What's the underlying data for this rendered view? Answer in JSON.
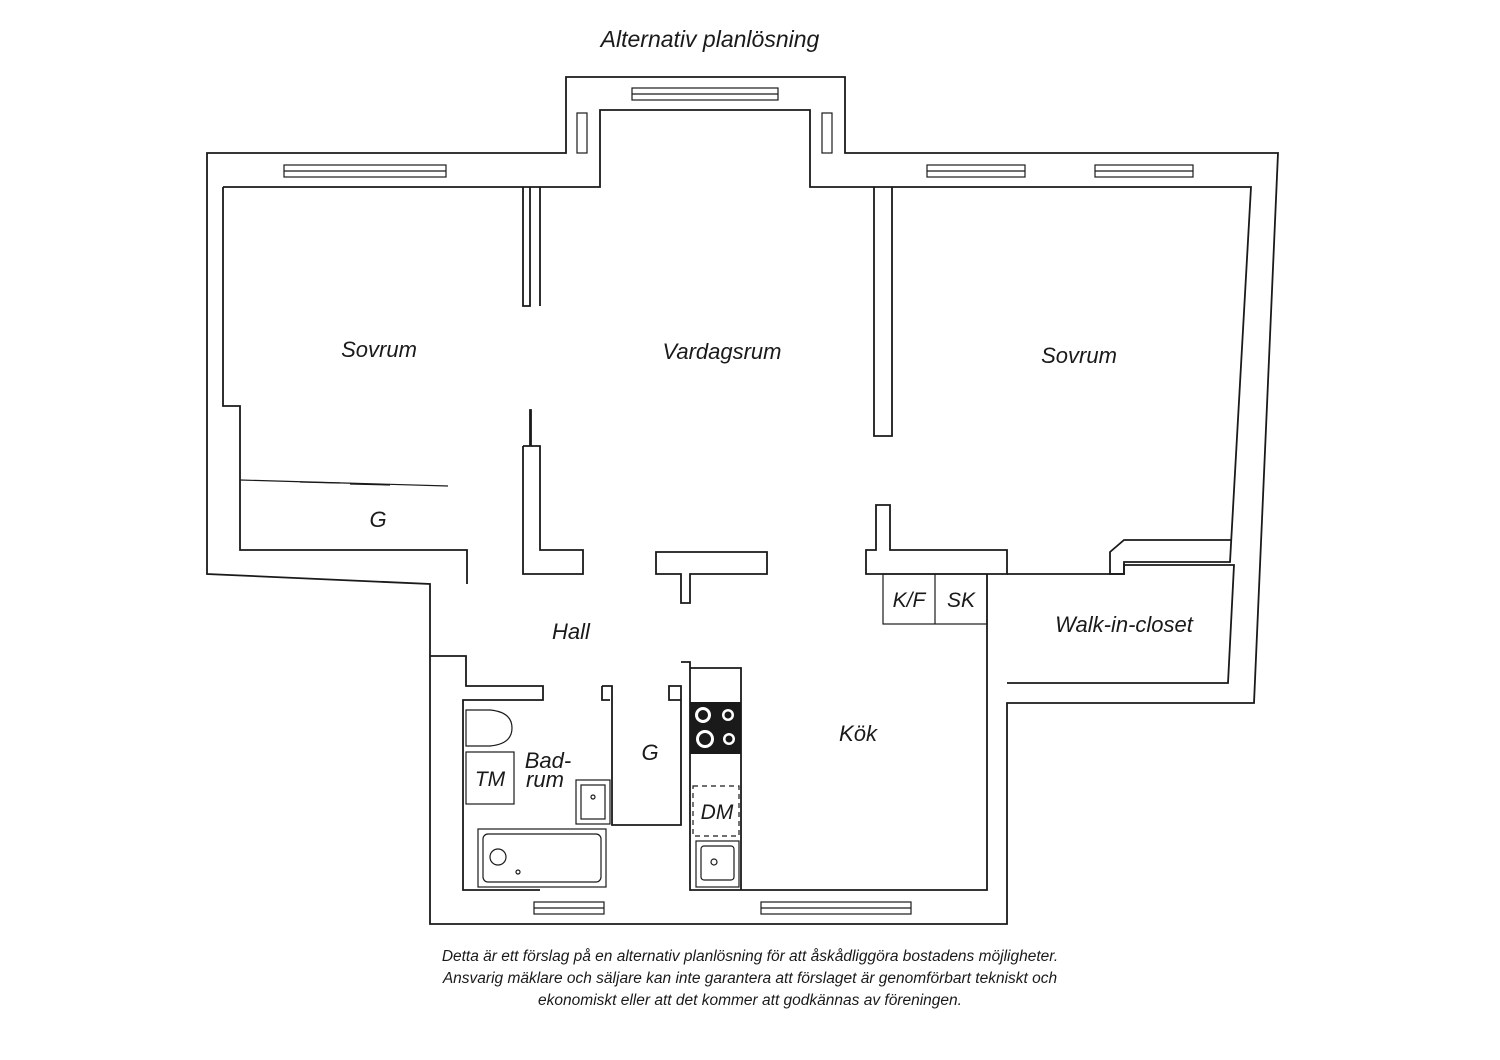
{
  "title": "Alternativ planlösning",
  "rooms": {
    "sovrum_left": "Sovrum",
    "vardagsrum": "Vardagsrum",
    "sovrum_right": "Sovrum",
    "garderob_left": "G",
    "hall": "Hall",
    "kf": "K/F",
    "sk": "SK",
    "walk_in_closet": "Walk-in-closet",
    "badrum_line1": "Bad-",
    "badrum_line2": "rum",
    "tm": "TM",
    "garderob_hall": "G",
    "kok": "Kök",
    "dm": "DM"
  },
  "disclaimer": {
    "line1": "Detta är ett förslag på en alternativ planlösning för att åskådliggöra bostadens möjligheter.",
    "line2": "Ansvarig mäklare och säljare kan inte garantera att förslaget är genomförbart tekniskt och",
    "line3": "ekonomiskt eller att det kommer att godkännas av föreningen."
  }
}
